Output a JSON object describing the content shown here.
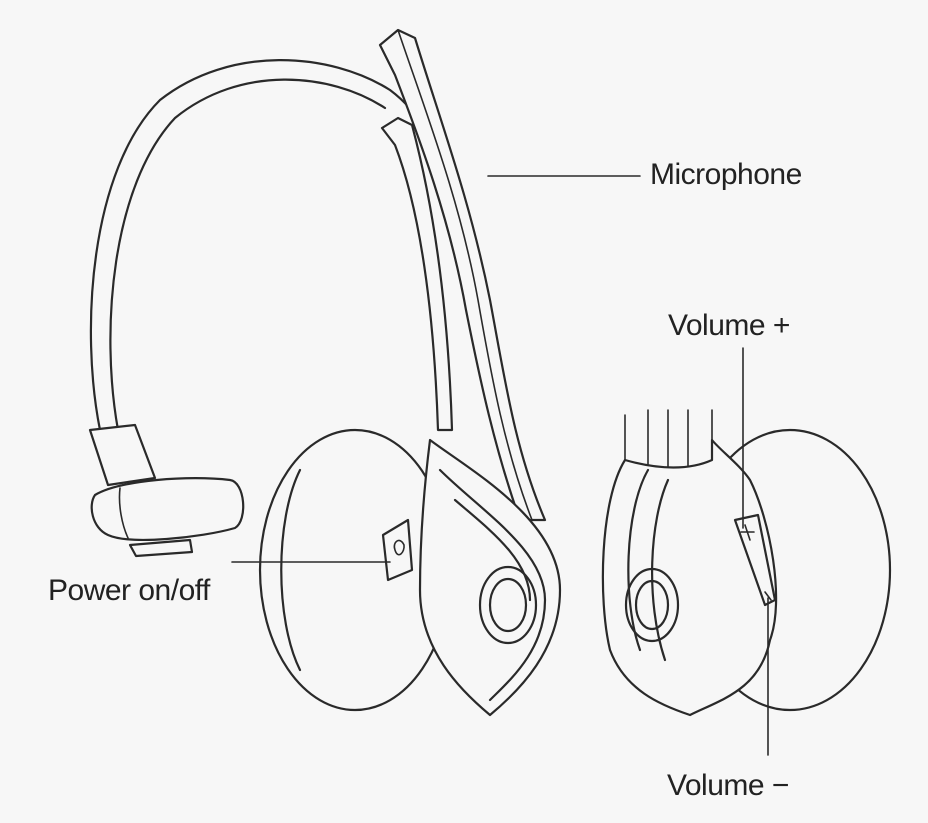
{
  "labels": {
    "microphone": "Microphone",
    "power": "Power on/off",
    "volume_up": "Volume +",
    "volume_down": "Volume −"
  },
  "icons": [
    "plus-icon",
    "minus-icon",
    "power-icon"
  ]
}
